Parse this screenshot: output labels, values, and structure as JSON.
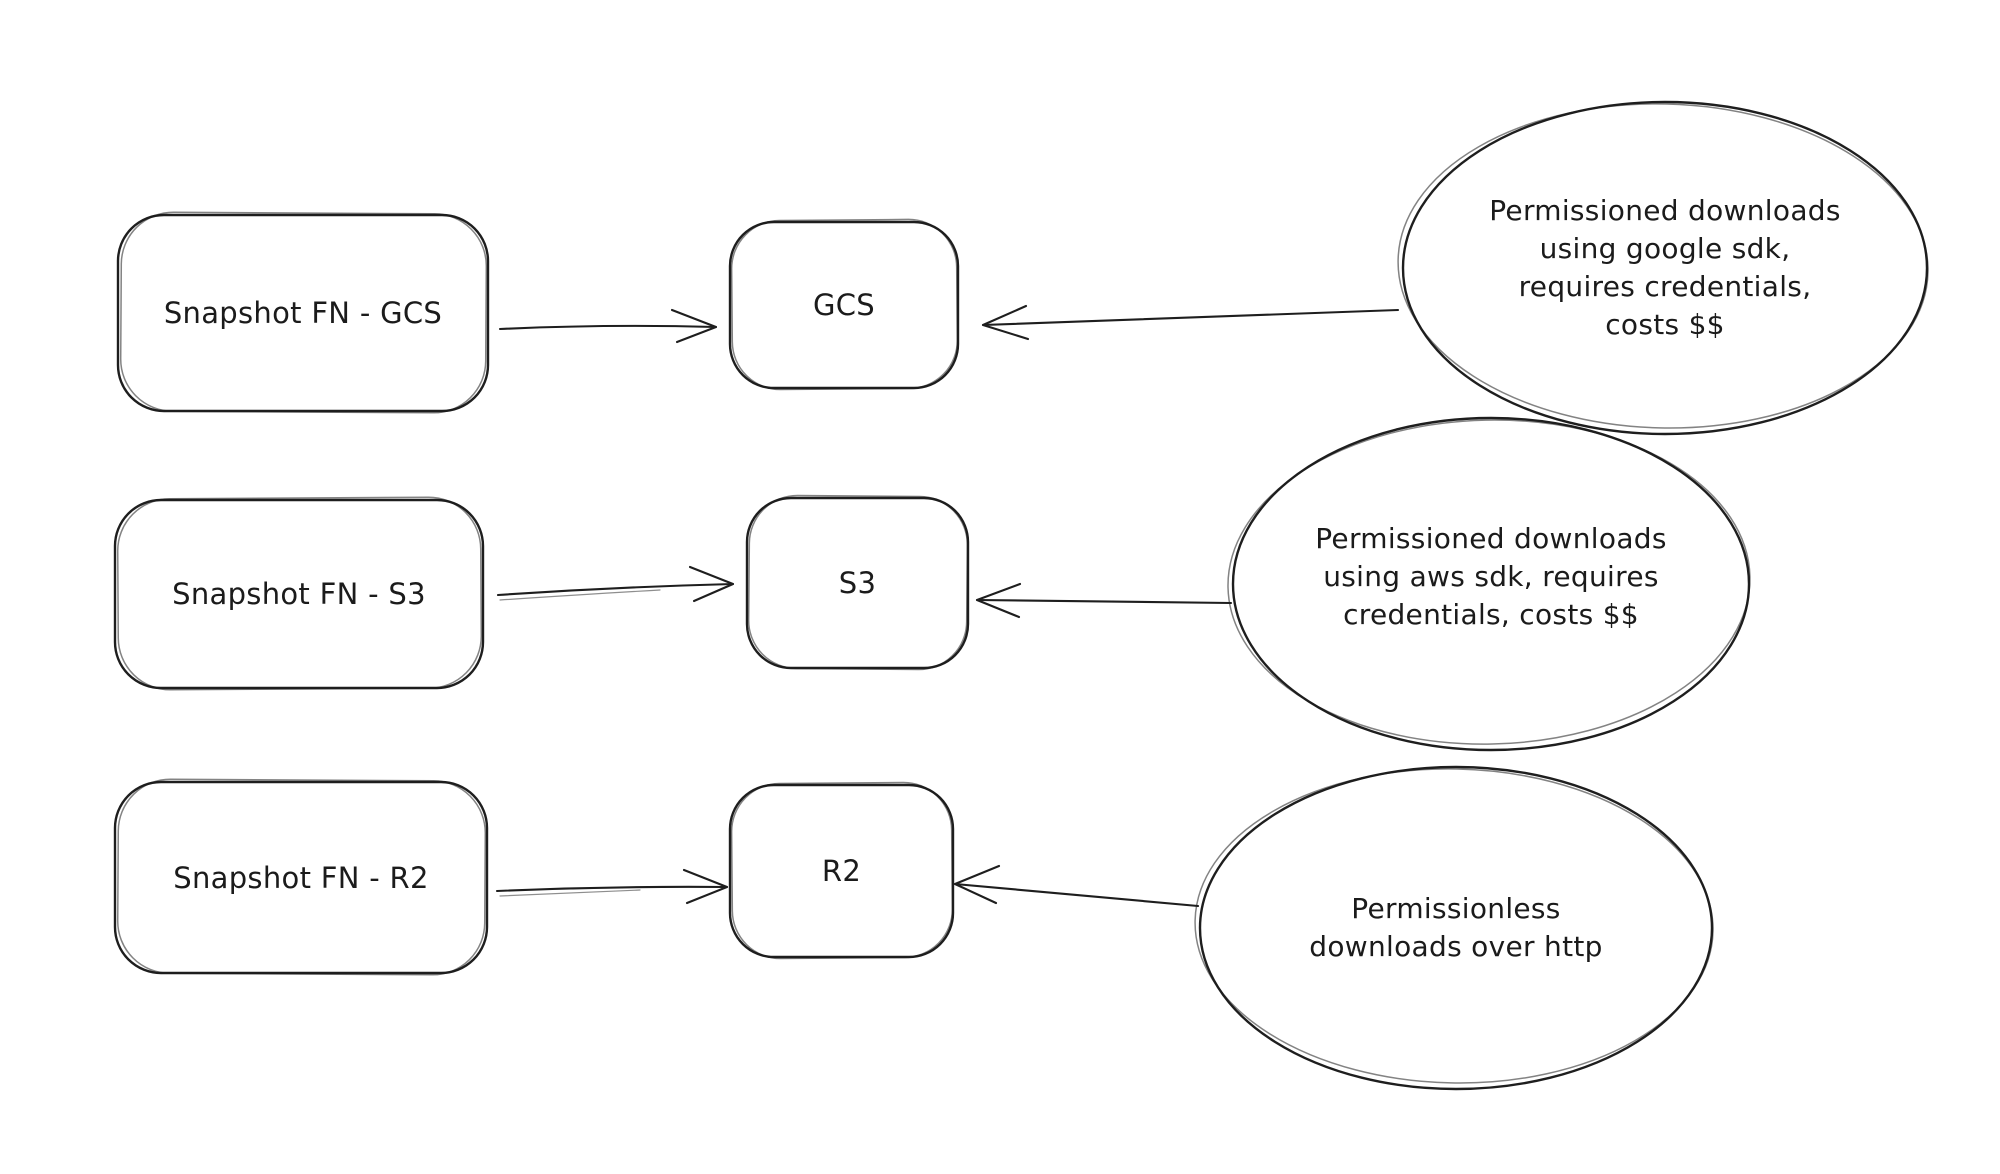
{
  "diagram": {
    "background": "#ffffff",
    "stroke_color": "#1e1e1e",
    "text_color": "#1b1b1b",
    "rows": [
      {
        "source_label": "Snapshot FN - GCS",
        "target_label": "GCS",
        "note_text": "Permissioned downloads using google sdk, requires credentials, costs $$",
        "note_lines": [
          "Permissioned downloads",
          "using google sdk,",
          "requires credentials,",
          "costs $$"
        ],
        "arrows": [
          {
            "from": "Snapshot FN - GCS",
            "to": "GCS"
          },
          {
            "from": "note",
            "to": "GCS"
          }
        ]
      },
      {
        "source_label": "Snapshot FN - S3",
        "target_label": "S3",
        "note_text": "Permissioned downloads using aws sdk, requires credentials, costs $$",
        "note_lines": [
          "Permissioned downloads",
          "using aws sdk, requires",
          "credentials, costs $$"
        ],
        "arrows": [
          {
            "from": "Snapshot FN - S3",
            "to": "S3"
          },
          {
            "from": "note",
            "to": "S3"
          }
        ]
      },
      {
        "source_label": "Snapshot FN - R2",
        "target_label": "R2",
        "note_text": "Permissionless downloads over http",
        "note_lines": [
          "Permissionless",
          "downloads over http"
        ],
        "arrows": [
          {
            "from": "Snapshot FN - R2",
            "to": "R2"
          },
          {
            "from": "note",
            "to": "R2"
          }
        ]
      }
    ]
  }
}
